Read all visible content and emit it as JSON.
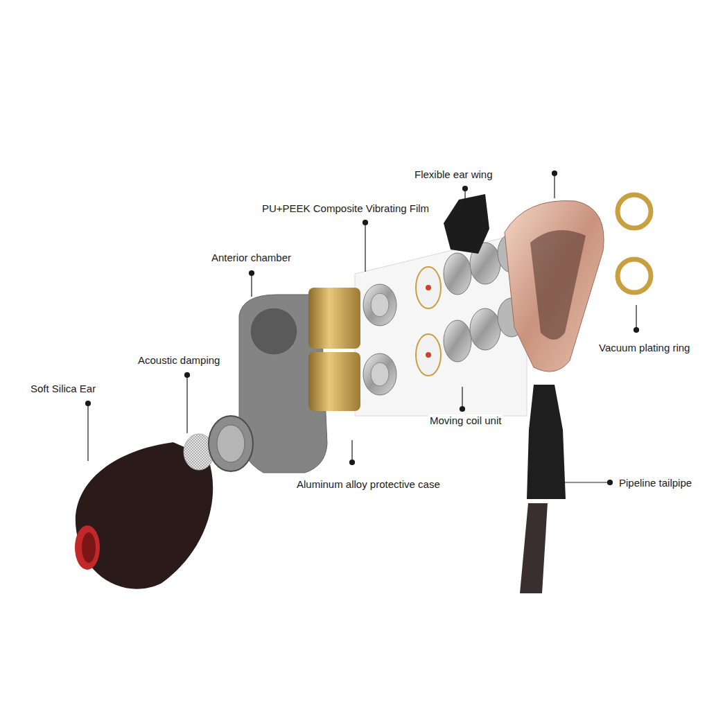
{
  "diagram": {
    "labels": [
      "Flexible ear wing",
      "PU+PEEK Composite Vibrating Film",
      "Anterior chamber",
      "Acoustic damping",
      "Soft Silica Ear",
      "Vacuum plating ring",
      "Moving coil unit",
      "Aluminum alloy protective case",
      "Pipeline tailpipe"
    ]
  }
}
